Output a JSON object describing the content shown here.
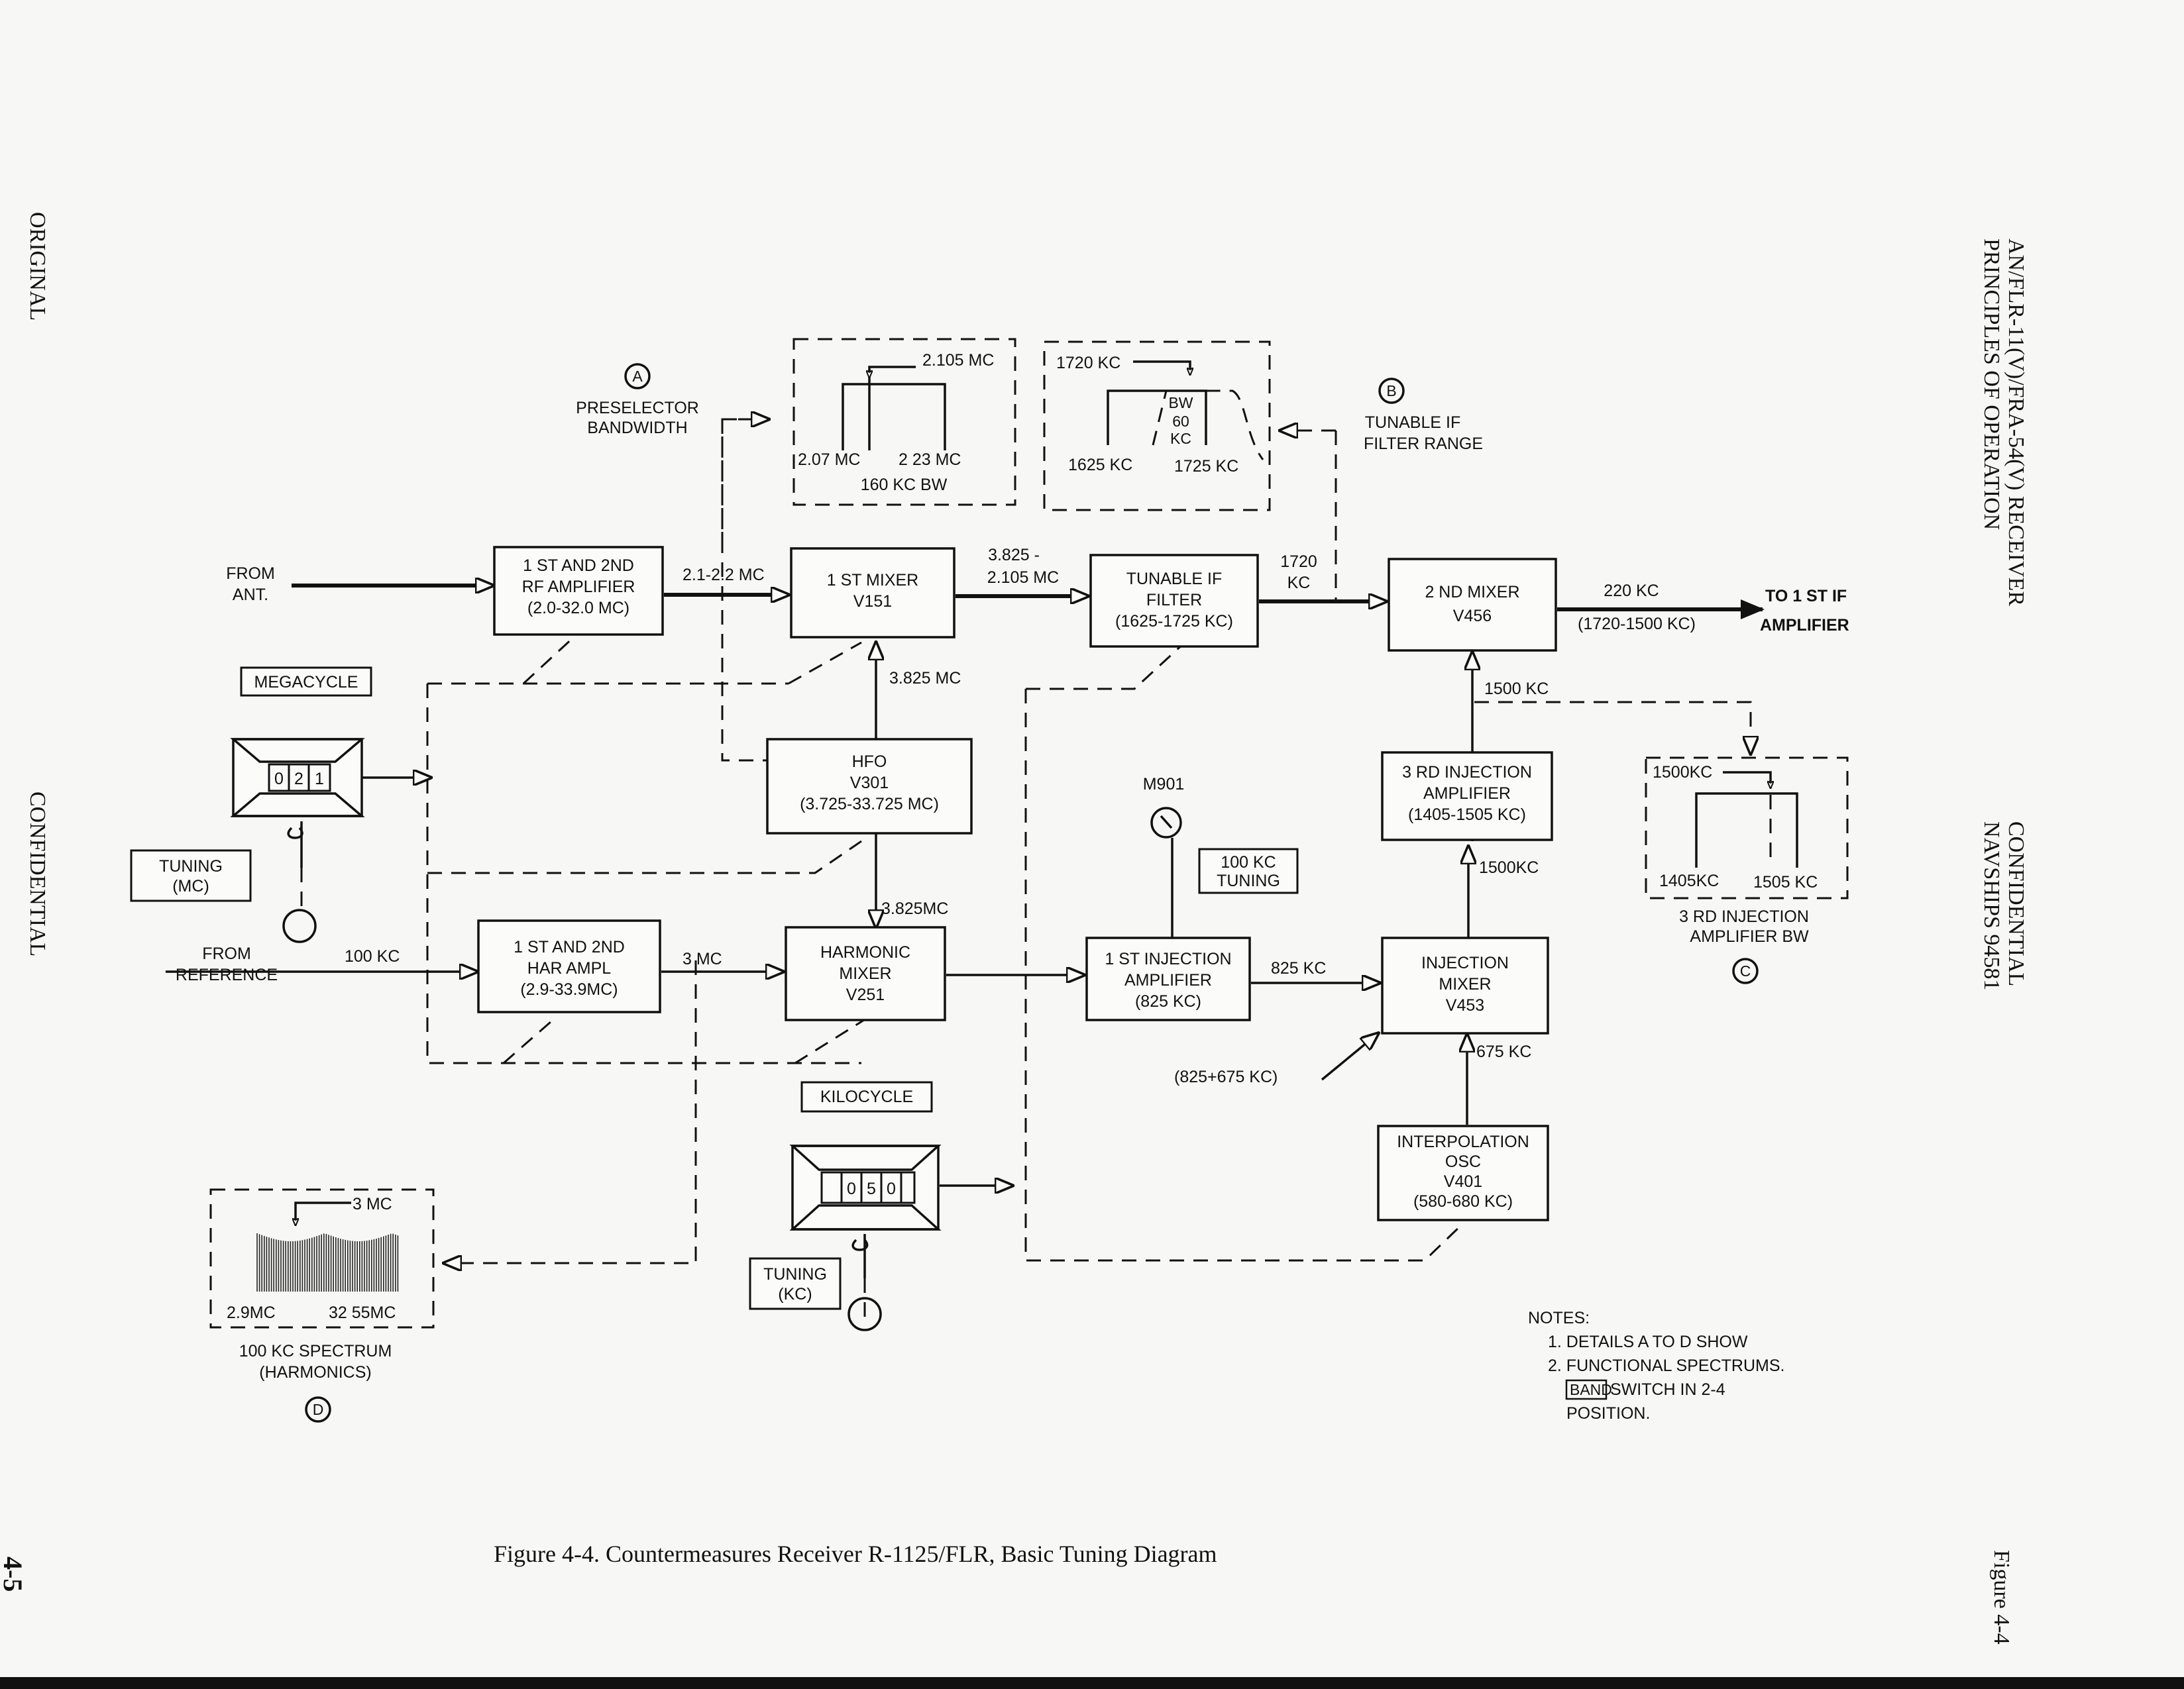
{
  "side_labels": {
    "left_top": "ORIGINAL",
    "left_mid": "CONFIDENTIAL",
    "right_title_1": "AN/FLR-11(V)/FRA-54(V) RECEIVER",
    "right_title_2": "PRINCIPLES OF OPERATION",
    "right_conf_1": "CONFIDENTIAL",
    "right_conf_2": "NAVSHIPS 94581",
    "figure_ref": "Figure 4-4",
    "page_no": "4-5"
  },
  "caption": "Figure 4-4.  Countermeasures Receiver R-1125/FLR, Basic Tuning Diagram",
  "blocks": {
    "rf_amp": [
      "1 ST AND 2ND",
      "RF AMPLIFIER",
      "(2.0-32.0 MC)"
    ],
    "mixer1": [
      "1 ST MIXER",
      "V151"
    ],
    "if_filter": [
      "TUNABLE IF",
      "FILTER",
      "(1625-1725 KC)"
    ],
    "mixer2": [
      "2 ND MIXER",
      "V456"
    ],
    "hfo": [
      "HFO",
      "V301",
      "(3.725-33.725 MC)"
    ],
    "har_ampl": [
      "1 ST AND 2ND",
      "HAR AMPL",
      "(2.9-33.9MC)"
    ],
    "harmonic_mixer": [
      "HARMONIC",
      "MIXER",
      "V251"
    ],
    "inj_amp1": [
      "1 ST INJECTION",
      "AMPLIFIER",
      "(825 KC)"
    ],
    "inj_mixer": [
      "INJECTION",
      "MIXER",
      "V453"
    ],
    "inj_amp3": [
      "3 RD INJECTION",
      "AMPLIFIER",
      "(1405-1505 KC)"
    ],
    "interp_osc": [
      "INTERPOLATION",
      "OSC",
      "V401",
      "(580-680 KC)"
    ]
  },
  "labels": {
    "from_ant": [
      "FROM",
      "ANT."
    ],
    "from_ref": [
      "FROM",
      "REFERENCE"
    ],
    "to_if": [
      "TO 1 ST IF",
      "AMPLIFIER"
    ],
    "megacycle": "MEGACYCLE",
    "kilocycle": "KILOCYCLE",
    "tuning_mc": [
      "TUNING",
      "(MC)"
    ],
    "tuning_kc": [
      "TUNING",
      "(KC)"
    ],
    "tuning_100kc": [
      "100 KC",
      "TUNING"
    ],
    "m901": "M901",
    "freq_2_1_2_2": "2.1-2.2 MC",
    "freq_3825_2105": [
      "3.825 -",
      "2.105 MC"
    ],
    "freq_1720kc": [
      "1720",
      "KC"
    ],
    "freq_220kc": "220 KC",
    "freq_1720_1500": "(1720-1500 KC)",
    "freq_3825_a": "3.825 MC",
    "freq_3825_b": "3.825MC",
    "freq_100kc": "100 KC",
    "freq_3mc": "3 MC",
    "freq_825kc": "825 KC",
    "freq_825_675": "(825+675 KC)",
    "freq_675kc": "675 KC",
    "freq_1500kc_a": "1500 KC",
    "freq_1500kc_b": "1500KC",
    "counter_mc": [
      "0",
      "2",
      "1"
    ],
    "counter_kc": [
      "0",
      "5",
      "0"
    ]
  },
  "details": {
    "a": {
      "marker": "A",
      "title": [
        "PRESELECTOR",
        "BANDWIDTH"
      ],
      "center": "2.105 MC",
      "low": "2.07 MC",
      "high": "2 23 MC",
      "bw": "160 KC BW"
    },
    "b": {
      "marker": "B",
      "title": [
        "TUNABLE IF",
        "FILTER RANGE"
      ],
      "top": "1720 KC",
      "bw": [
        "BW",
        "60",
        "KC"
      ],
      "low": "1625 KC",
      "high": "1725 KC"
    },
    "c": {
      "marker": "C",
      "title": [
        "3 RD INJECTION",
        "AMPLIFIER BW"
      ],
      "top": "1500KC",
      "low": "1405KC",
      "high": "1505 KC"
    },
    "d": {
      "marker": "D",
      "title": [
        "100 KC SPECTRUM",
        "(HARMONICS)"
      ],
      "top": "3 MC",
      "low": "2.9MC",
      "high": "32 55MC"
    }
  },
  "notes": {
    "heading": "NOTES:",
    "line1": "1. DETAILS A TO D SHOW",
    "line2": "2. FUNCTIONAL SPECTRUMS.",
    "band": "BAND",
    "line3": "SWITCH IN 2-4",
    "line4": "POSITION."
  }
}
